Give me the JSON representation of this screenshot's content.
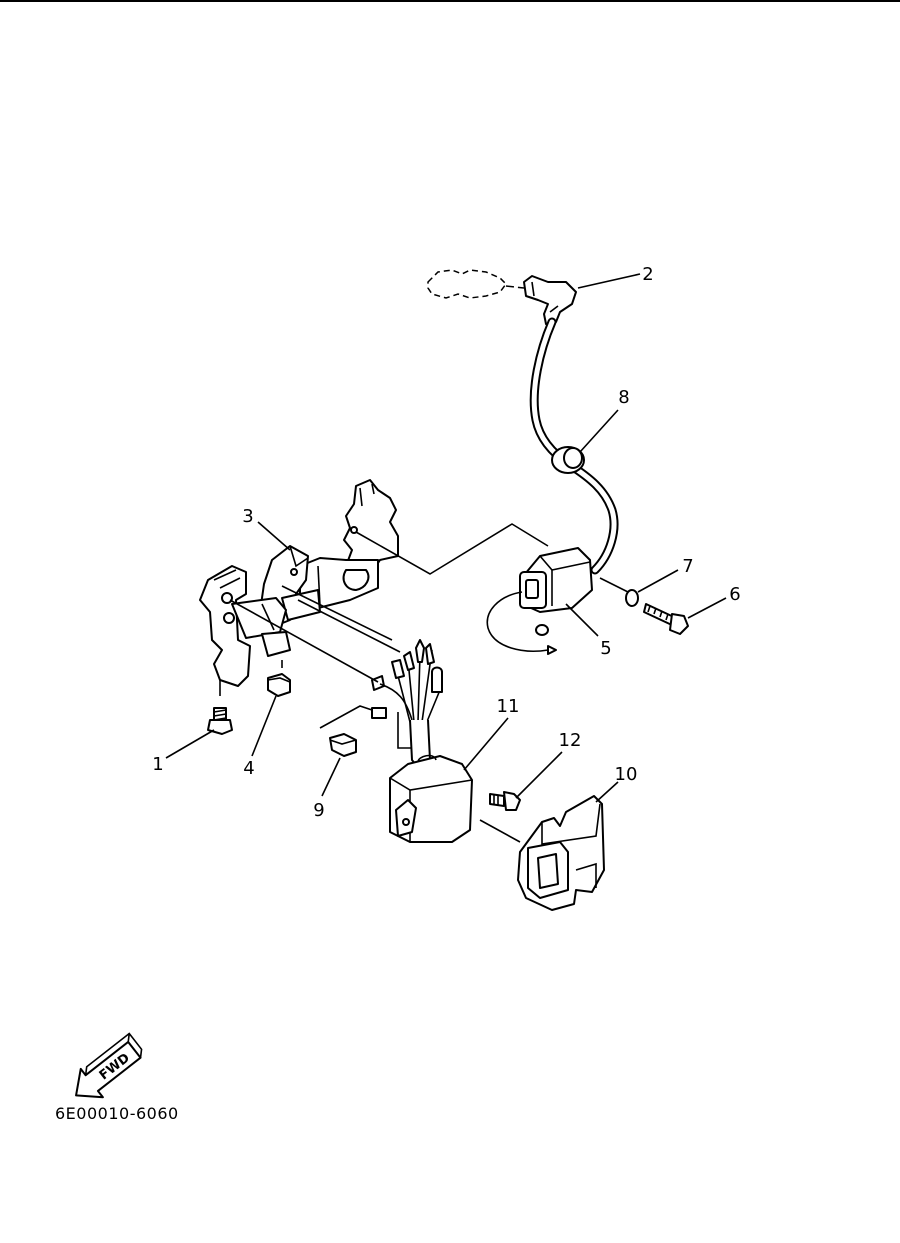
{
  "diagram": {
    "reference_code": "6E00010-6060",
    "fwd_arrow_label": "FWD",
    "callouts": [
      {
        "number": "1"
      },
      {
        "number": "2"
      },
      {
        "number": "3"
      },
      {
        "number": "4"
      },
      {
        "number": "5"
      },
      {
        "number": "6"
      },
      {
        "number": "7"
      },
      {
        "number": "8"
      },
      {
        "number": "9"
      },
      {
        "number": "10"
      },
      {
        "number": "11"
      },
      {
        "number": "12"
      }
    ]
  },
  "colors": {
    "line": "#000000",
    "background": "#ffffff"
  }
}
